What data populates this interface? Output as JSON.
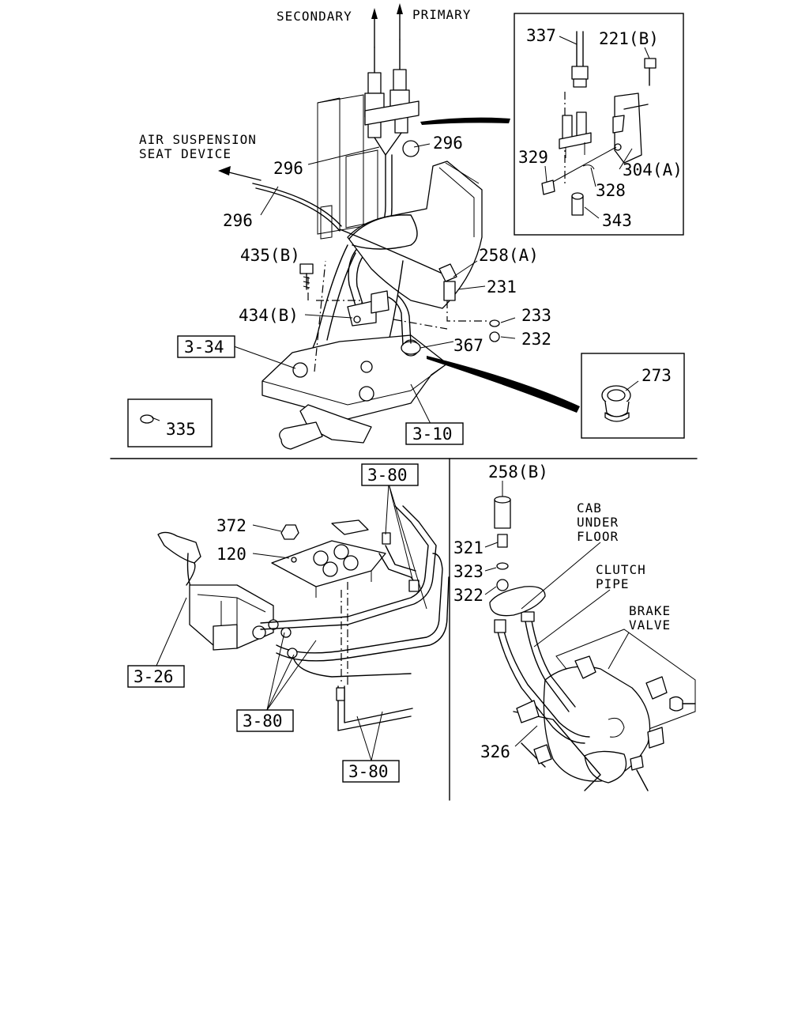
{
  "directions": {
    "secondary": "SECONDARY",
    "primary": "PRIMARY"
  },
  "notes": {
    "air_suspension": [
      "AIR SUSPENSION",
      "SEAT DEVICE"
    ],
    "cab_under_floor": [
      "CAB",
      "UNDER",
      "FLOOR"
    ],
    "clutch_pipe": [
      "CLUTCH",
      "PIPE"
    ],
    "brake_valve": [
      "BRAKE",
      "VALVE"
    ]
  },
  "part_numbers": {
    "p337": "337",
    "p221b": "221(B)",
    "p329": "329",
    "p304a": "304(A)",
    "p328": "328",
    "p343": "343",
    "p296_top": "296",
    "p296_mid": "296",
    "p296_bottom": "296",
    "p435b": "435(B)",
    "p258a": "258(A)",
    "p231": "231",
    "p434b": "434(B)",
    "p233": "233",
    "p232": "232",
    "p367": "367",
    "p273": "273",
    "p335": "335",
    "p258b": "258(B)",
    "p372": "372",
    "p120": "120",
    "p321": "321",
    "p323": "323",
    "p322": "322",
    "p326": "326"
  },
  "references": {
    "r3_34": "3-34",
    "r3_10": "3-10",
    "r3_80_top": "3-80",
    "r3_26": "3-26",
    "r3_80_mid": "3-80",
    "r3_80_bottom": "3-80"
  }
}
